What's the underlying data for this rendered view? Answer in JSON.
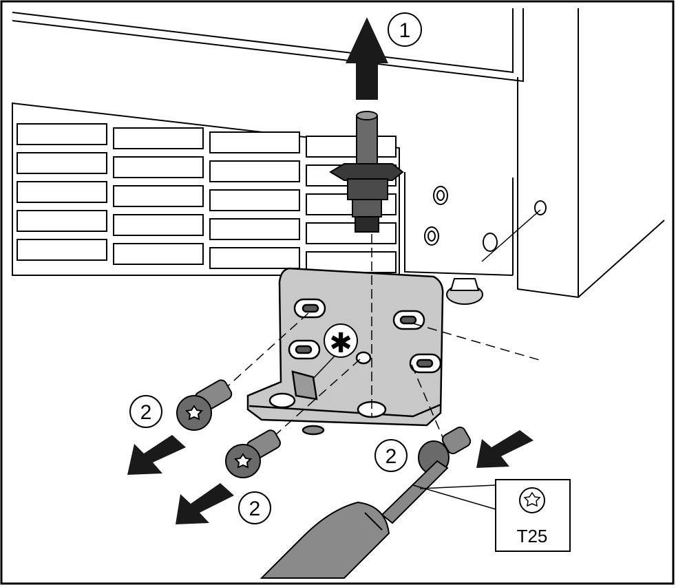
{
  "callouts": [
    {
      "id": "step-1",
      "text": "1"
    },
    {
      "id": "step-2a",
      "text": "2"
    },
    {
      "id": "step-2b",
      "text": "2"
    },
    {
      "id": "step-2c",
      "text": "2"
    }
  ],
  "special_marker": "✱",
  "tool_box": {
    "label": "T25",
    "icon": "torx-icon"
  },
  "colors": {
    "line": "#000000",
    "metal": "#c8c8c8",
    "dark_metal": "#5a5a5a",
    "arrow": "#1a1a1a"
  }
}
